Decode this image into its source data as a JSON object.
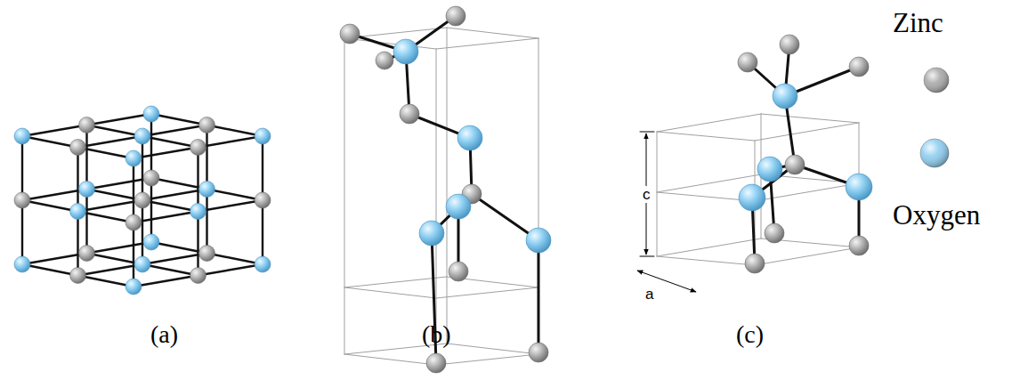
{
  "diagram": {
    "labels": [
      "(a)",
      "(b)",
      "(c)",
      "c",
      "a"
    ],
    "legend": [
      {
        "text": "Zinc",
        "color": "#a9a9a9"
      },
      {
        "text": "Oxygen",
        "color": "#8ecdf0"
      }
    ]
  }
}
